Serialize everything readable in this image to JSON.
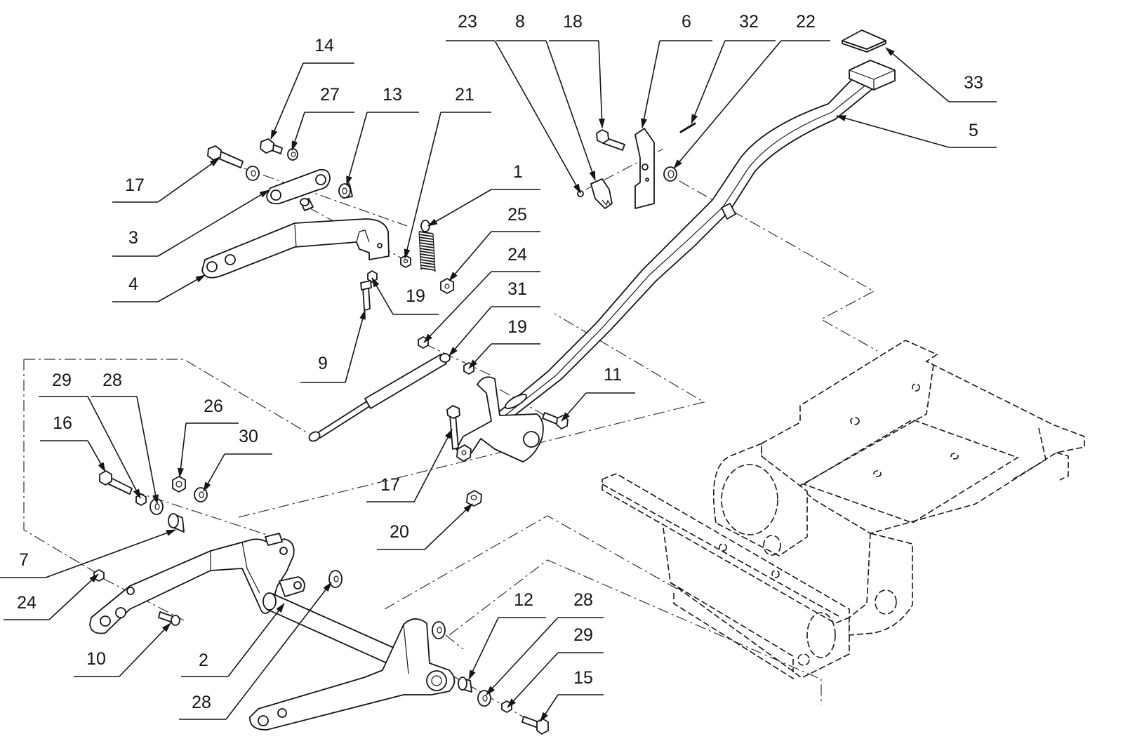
{
  "callouts": [
    "23",
    "8",
    "18",
    "6",
    "32",
    "22",
    "33",
    "5",
    "14",
    "27",
    "13",
    "21",
    "1",
    "25",
    "17",
    "3",
    "4",
    "19",
    "24",
    "31",
    "19",
    "9",
    "11",
    "17",
    "20",
    "29",
    "28",
    "16",
    "26",
    "30",
    "7",
    "24",
    "10",
    "2",
    "28",
    "12",
    "28",
    "29",
    "15"
  ]
}
